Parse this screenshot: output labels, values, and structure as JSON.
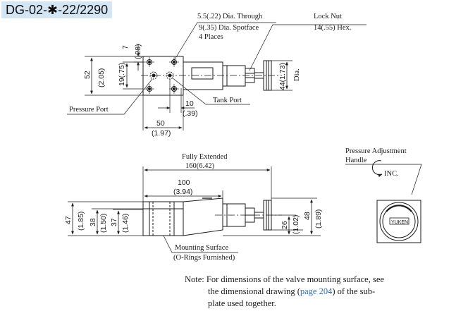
{
  "title": "DG-02-✱-22/2290",
  "top_view": {
    "spotface_line1": "5.5(.22) Dia. Through",
    "spotface_line2": "9(.35) Dia. Spotface",
    "spotface_line3": "4 Places",
    "lock_nut_label": "Lock Nut",
    "lock_nut_size": "14(.55) Hex.",
    "dim_7": "7",
    "dim_7_in": "(.28)",
    "dim_52": "52",
    "dim_52_in": "(2.05)",
    "dim_19": "19(.75)",
    "dim_44": "44(1.73)",
    "dia_label": "Dia.",
    "dim_10": "10",
    "dim_10_in": "(.39)",
    "dim_50": "50",
    "dim_50_in": "(1.97)",
    "pressure_port_label": "Pressure Port",
    "tank_port_label": "Tank Port"
  },
  "front_view": {
    "fully_extended_label": "Fully Extended",
    "dim_160": "160(6.42)",
    "dim_100": "100",
    "dim_100_in": "(3.94)",
    "dim_47": "47",
    "dim_47_in": "(1.85)",
    "dim_38": "38",
    "dim_38_in": "(1.50)",
    "dim_37": "37",
    "dim_37_in": "(1.46)",
    "dim_26": "26",
    "dim_26_in": "(1.02)",
    "dim_48": "48",
    "dim_48_in": "(1.89)",
    "mounting_surface_label": "Mounting Surface",
    "o_rings_label": "(O-Rings Furnished)"
  },
  "adjustment_view": {
    "label_line1": "Pressure Adjustment",
    "label_line2": "Handle",
    "inc_label": "INC.",
    "brand": "YUKEN"
  },
  "note": {
    "prefix": "Note: For dimensions of the valve mounting surface, see",
    "line2_before": "the dimensional drawing (",
    "link": "page 204",
    "line2_after": ") of the sub-",
    "line3": "plate used together."
  }
}
